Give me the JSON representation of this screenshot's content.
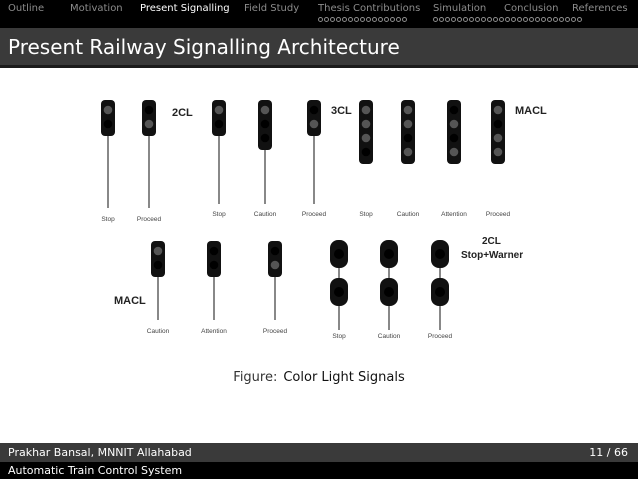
{
  "nav": {
    "items": [
      "Outline",
      "Motivation",
      "Present Signalling",
      "Field Study",
      "Thesis Contributions",
      "Simulation",
      "Conclusion",
      "References"
    ],
    "active_index": 2
  },
  "slide": {
    "title": "Present Railway Signalling Architecture"
  },
  "figure": {
    "caption_label": "Figure:",
    "caption_text": "Color Light Signals",
    "group_labels": {
      "g2cl": "2CL",
      "g3cl": "3CL",
      "gmacl": "MACL",
      "gmacl2": "MACL",
      "g2clsw1": "2CL",
      "g2clsw2": "Stop+Warner"
    },
    "signal_captions": [
      "Stop",
      "Proceed",
      "Stop",
      "Caution",
      "Proceed",
      "Stop",
      "Caution",
      "Attention",
      "Proceed",
      "Caution",
      "Attention",
      "Proceed",
      "Stop",
      "Caution",
      "Proceed"
    ]
  },
  "footer": {
    "author": "Prakhar Bansal, MNNIT Allahabad",
    "page": "11 / 66",
    "subtitle": "Automatic Train Control System"
  },
  "colors": {
    "red": "#d81e1e",
    "green": "#18c08a",
    "yellow": "#f1b81e",
    "off": "#555555"
  }
}
